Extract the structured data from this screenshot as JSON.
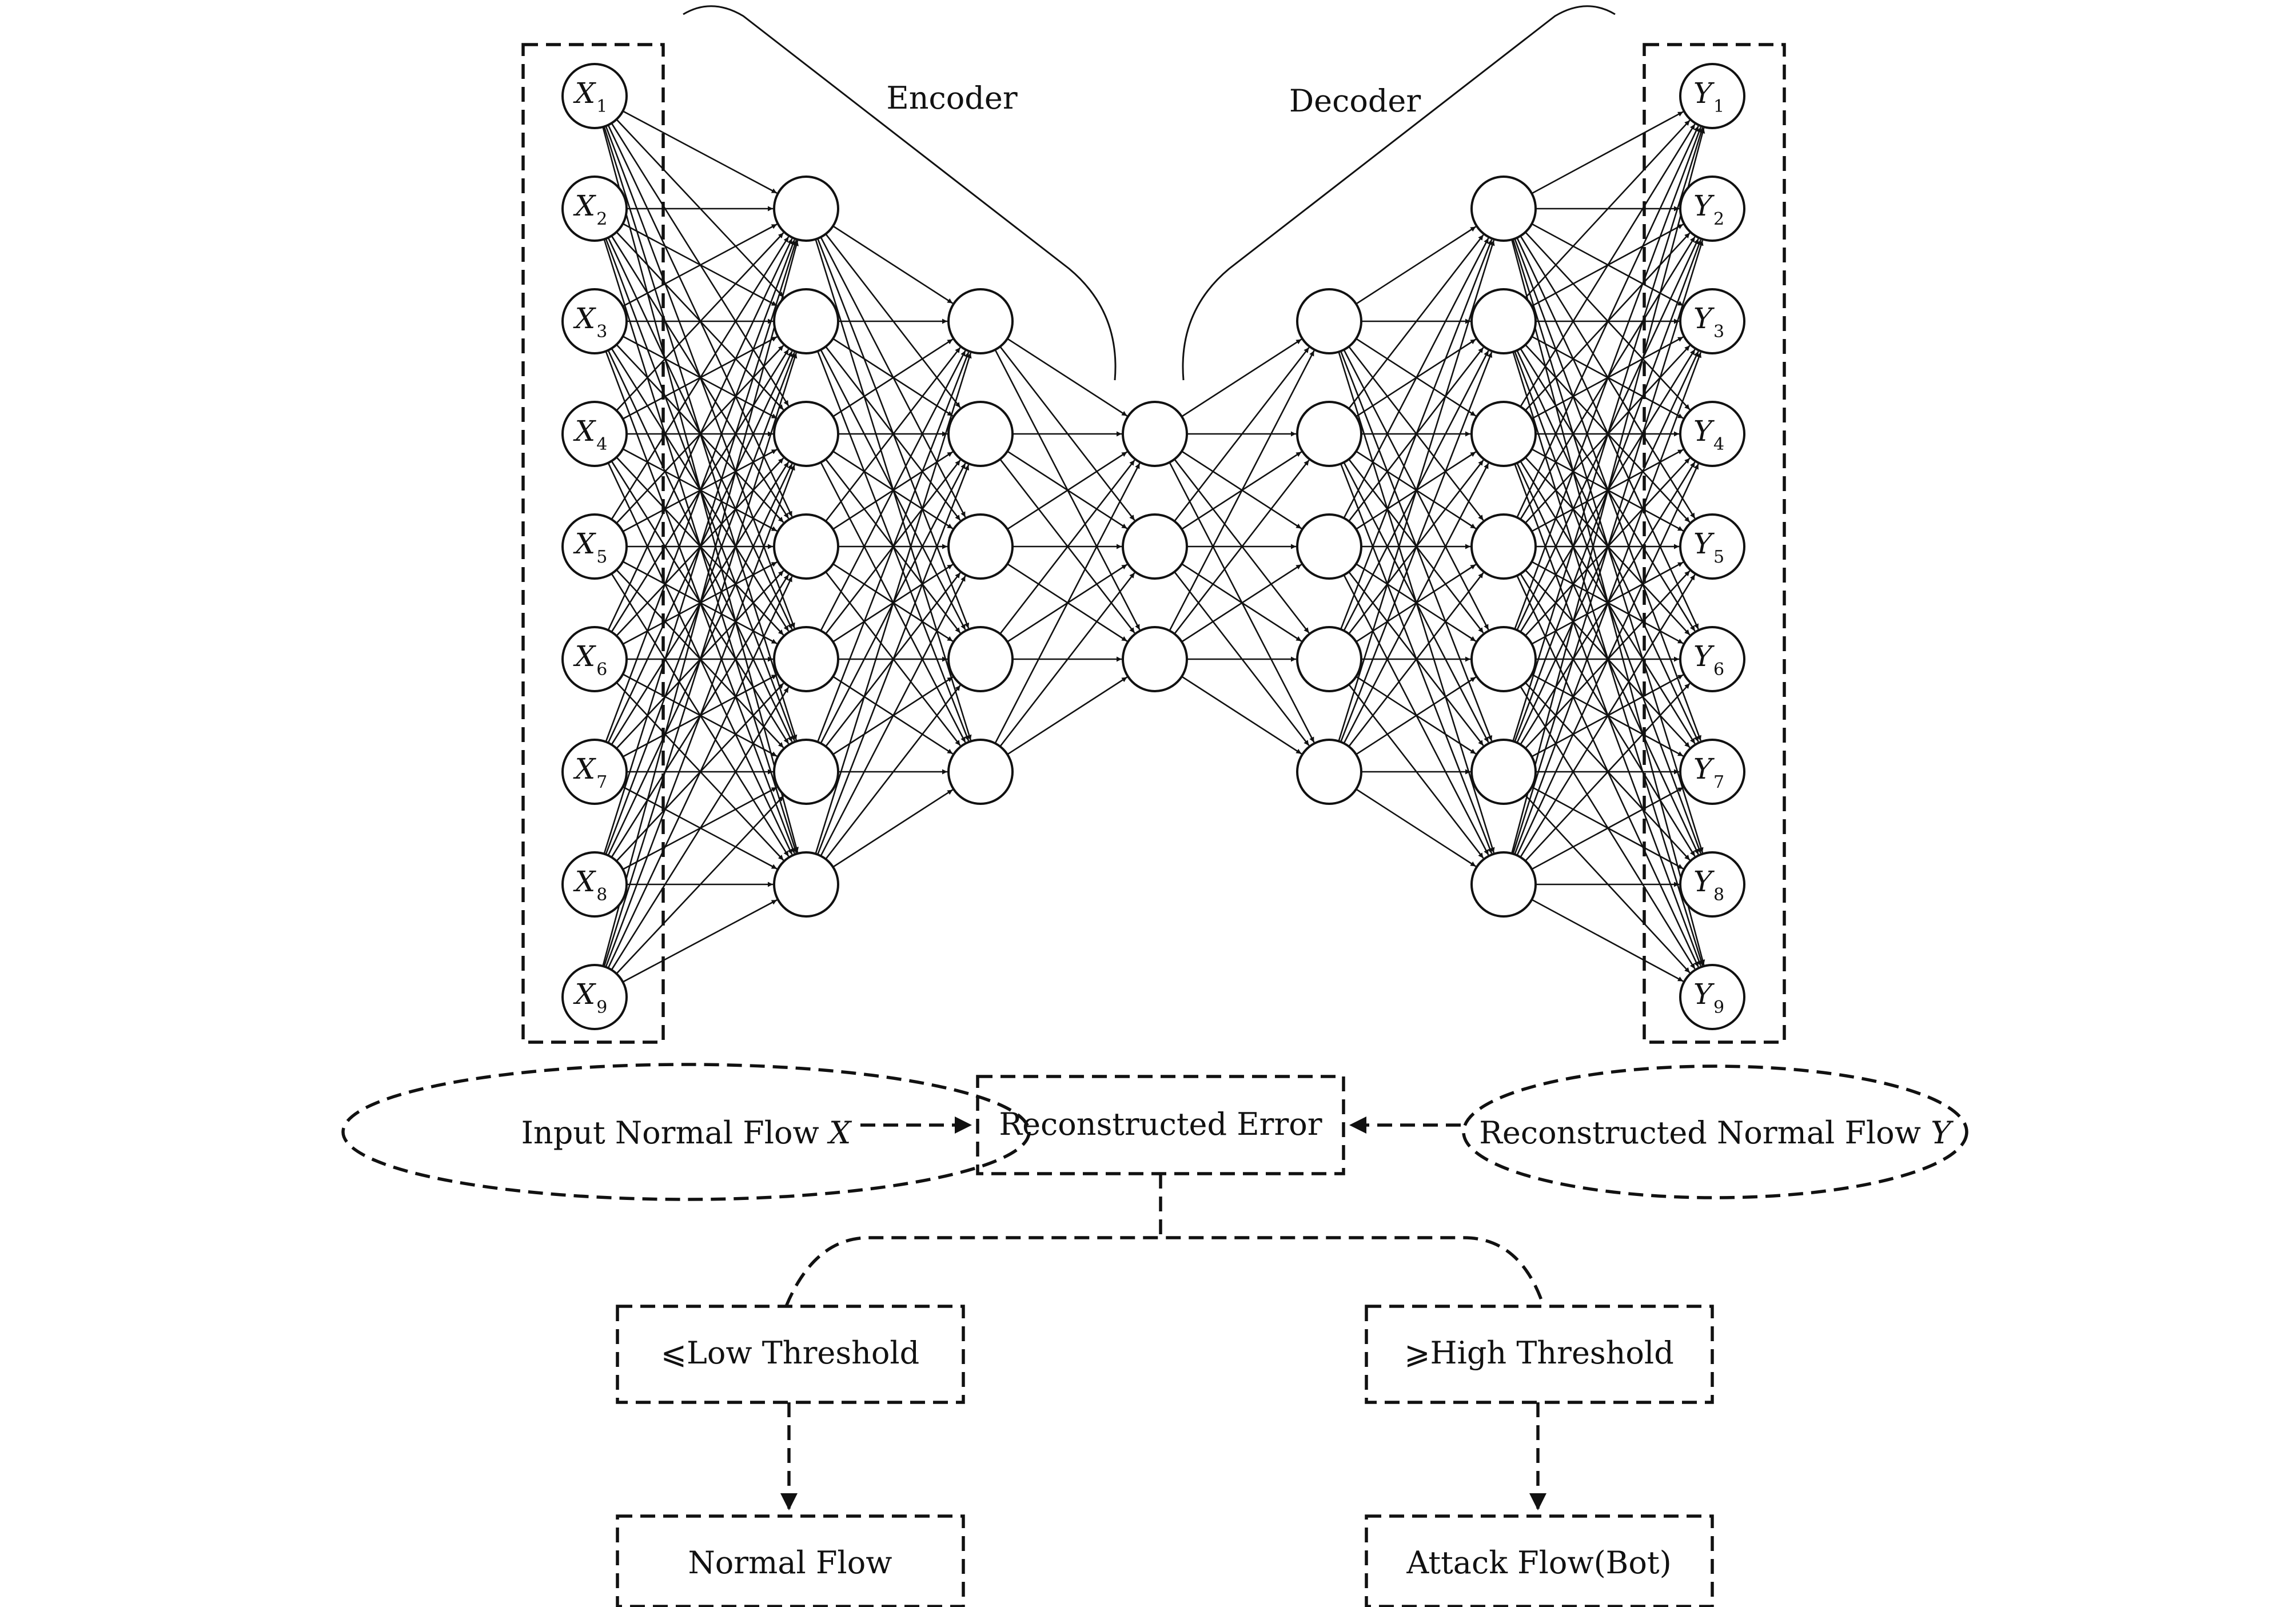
{
  "network": {
    "input_symbol": "X",
    "output_symbol": "Y",
    "input_indices": [
      "1",
      "2",
      "3",
      "4",
      "5",
      "6",
      "7",
      "8",
      "9"
    ],
    "output_indices": [
      "1",
      "2",
      "3",
      "4",
      "5",
      "6",
      "7",
      "8",
      "9"
    ],
    "layer_sizes": [
      9,
      7,
      5,
      3,
      5,
      7,
      9
    ]
  },
  "labels": {
    "encoder": "Encoder",
    "decoder": "Decoder",
    "input_flow": "Input Normal Flow ",
    "input_flow_var": "X",
    "reconstructed_error": "Reconstructed Error",
    "reconstructed_flow": "Reconstructed Normal Flow ",
    "reconstructed_flow_var": "Y",
    "low_threshold": "⩽Low Threshold",
    "high_threshold": "⩾High Threshold",
    "normal_flow": "Normal Flow",
    "attack_flow": "Attack Flow(Bot)"
  }
}
